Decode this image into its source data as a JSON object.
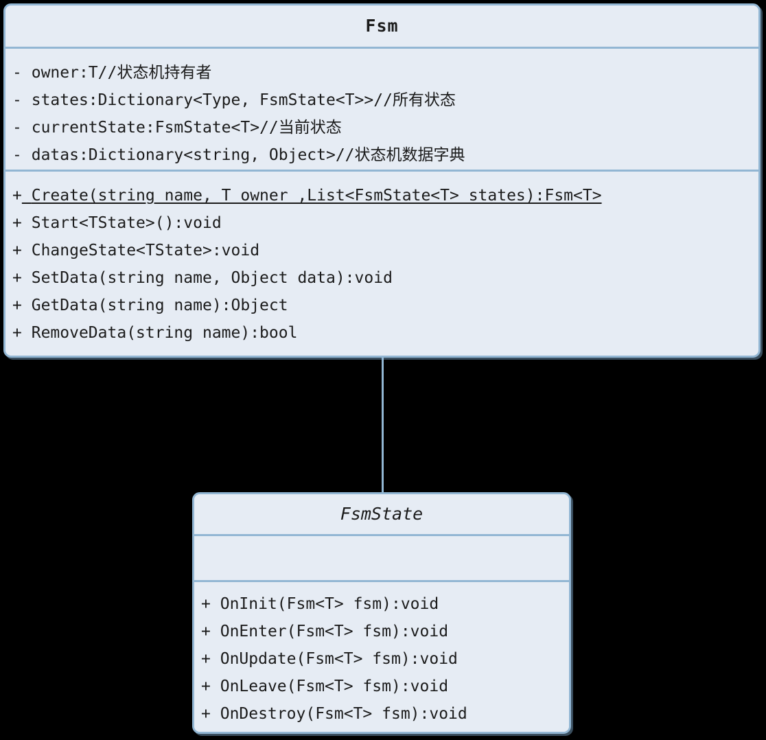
{
  "diagram": {
    "type": "uml-class-diagram",
    "background_color": "#000000",
    "box_fill_color": "#e6ecf4",
    "box_border_color": "#92b6d3",
    "text_color": "#1b1b1b",
    "connector": {
      "name": "generalization",
      "from": "FsmState",
      "to": "Fsm",
      "style": "solid-line",
      "arrowhead": "none"
    }
  },
  "classes": [
    {
      "id": "fsm",
      "name": "Fsm",
      "stereotype": "class",
      "is_abstract": false,
      "attributes": [
        {
          "visibility": "-",
          "signature": "owner:T//",
          "comment": "状态机持有者"
        },
        {
          "visibility": "-",
          "signature": "states:Dictionary<Type, FsmState<T>>//",
          "comment": "所有状态"
        },
        {
          "visibility": "-",
          "signature": "currentState:FsmState<T>//",
          "comment": "当前状态"
        },
        {
          "visibility": "-",
          "signature": "datas:Dictionary<string, Object>//",
          "comment": "状态机数据字典"
        }
      ],
      "operations": [
        {
          "visibility": "+",
          "signature": "Create(string name, T owner ,List<FsmState<T> states):Fsm<T>",
          "is_static": true
        },
        {
          "visibility": "+",
          "signature": "Start<TState>():void",
          "is_static": false
        },
        {
          "visibility": "+",
          "signature": "ChangeState<TState>:void",
          "is_static": false
        },
        {
          "visibility": "+",
          "signature": "SetData(string name, Object data):void",
          "is_static": false
        },
        {
          "visibility": "+",
          "signature": "GetData(string name):Object",
          "is_static": false
        },
        {
          "visibility": "+",
          "signature": "RemoveData(string name):bool",
          "is_static": false
        }
      ]
    },
    {
      "id": "fsmstate",
      "name": "FsmState",
      "stereotype": "abstract-class",
      "is_abstract": true,
      "attributes": [],
      "operations": [
        {
          "visibility": "+",
          "signature": "OnInit(Fsm<T> fsm):void",
          "is_static": false
        },
        {
          "visibility": "+",
          "signature": "OnEnter(Fsm<T> fsm):void",
          "is_static": false
        },
        {
          "visibility": "+",
          "signature": "OnUpdate(Fsm<T> fsm):void",
          "is_static": false
        },
        {
          "visibility": "+",
          "signature": "OnLeave(Fsm<T> fsm):void",
          "is_static": false
        },
        {
          "visibility": "+",
          "signature": "OnDestroy(Fsm<T> fsm):void",
          "is_static": false
        }
      ]
    }
  ]
}
